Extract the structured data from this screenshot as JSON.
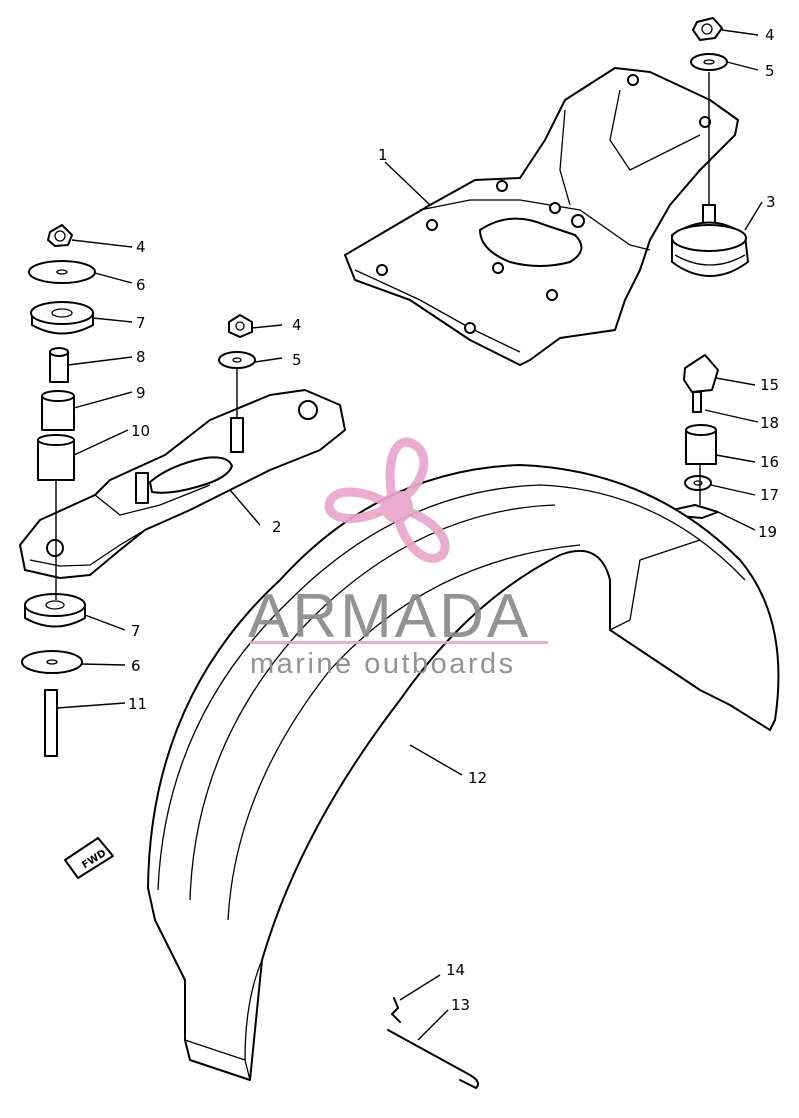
{
  "diagram": {
    "callouts": [
      {
        "id": "c1",
        "text": "1"
      },
      {
        "id": "c2",
        "text": "2"
      },
      {
        "id": "c3",
        "text": "3"
      },
      {
        "id": "c4a",
        "text": "4"
      },
      {
        "id": "c4b",
        "text": "4"
      },
      {
        "id": "c4c",
        "text": "4"
      },
      {
        "id": "c5a",
        "text": "5"
      },
      {
        "id": "c5b",
        "text": "5"
      },
      {
        "id": "c6a",
        "text": "6"
      },
      {
        "id": "c6b",
        "text": "6"
      },
      {
        "id": "c7a",
        "text": "7"
      },
      {
        "id": "c7b",
        "text": "7"
      },
      {
        "id": "c8",
        "text": "8"
      },
      {
        "id": "c9",
        "text": "9"
      },
      {
        "id": "c10",
        "text": "10"
      },
      {
        "id": "c11",
        "text": "11"
      },
      {
        "id": "c12",
        "text": "12"
      },
      {
        "id": "c13",
        "text": "13"
      },
      {
        "id": "c14",
        "text": "14"
      },
      {
        "id": "c15",
        "text": "15"
      },
      {
        "id": "c16",
        "text": "16"
      },
      {
        "id": "c17",
        "text": "17"
      },
      {
        "id": "c18",
        "text": "18"
      },
      {
        "id": "c19",
        "text": "19"
      }
    ],
    "fwd_label": "FWD"
  },
  "watermark": {
    "title": "ARMADA",
    "subtitle": "marine outboards",
    "colors": {
      "text": "#8a8a8a",
      "logo": "#e9a7cc",
      "rule": "#e3a9c9"
    },
    "logo_icon": "propeller-icon"
  }
}
